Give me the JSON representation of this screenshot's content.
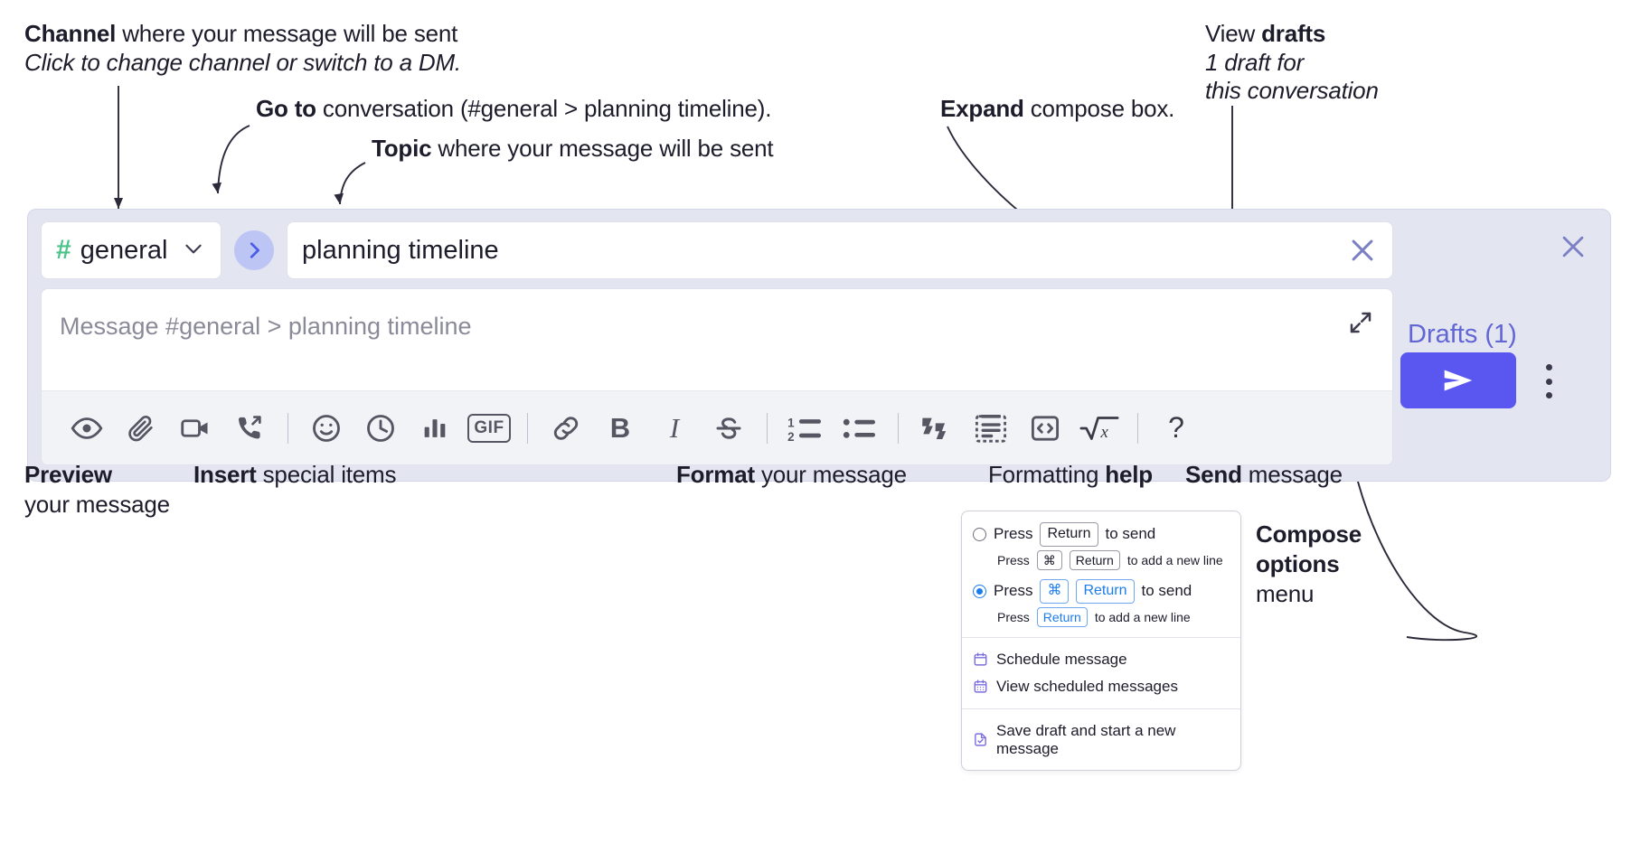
{
  "annotations": {
    "channel": {
      "bold": "Channel",
      "rest": " where your message will be sent",
      "italic": "Click to change channel or switch to a DM."
    },
    "goto": {
      "bold": "Go to",
      "rest": " conversation (#general > planning timeline)."
    },
    "topic": {
      "bold": "Topic",
      "rest": " where your message will be sent"
    },
    "expand": {
      "bold": "Expand",
      "rest": " compose box."
    },
    "drafts": {
      "normal": "View ",
      "bold": "drafts",
      "italic1": "1 draft for",
      "italic2": "this conversation"
    },
    "preview": {
      "bold": "Preview",
      "rest": "your message"
    },
    "insert": {
      "bold": "Insert",
      "rest": " special items"
    },
    "format": {
      "bold": "Format",
      "rest": " your message"
    },
    "formatting_help": {
      "normal": "Formatting ",
      "bold": "help"
    },
    "send": {
      "bold": "Send",
      "rest": " message"
    },
    "compose_options": {
      "bold1": "Compose",
      "bold2": "options",
      "normal": "menu"
    }
  },
  "compose": {
    "channel_button": {
      "hash": "#",
      "name": "general",
      "chevron": "chevron-down"
    },
    "go_button": "go-to-conversation",
    "topic_value": "planning timeline",
    "topic_clear": "close-icon",
    "message_placeholder": "Message #general > planning timeline",
    "expand_label": "expand-icon",
    "toolbar": [
      {
        "name": "preview-icon",
        "label": "Preview"
      },
      {
        "name": "attachment-icon",
        "label": "Attach file"
      },
      {
        "name": "video-icon",
        "label": "Record video clip"
      },
      {
        "name": "audio-call-icon",
        "label": "Record audio clip"
      },
      {
        "name": "separator",
        "label": ""
      },
      {
        "name": "emoji-icon",
        "label": "Emoji"
      },
      {
        "name": "clock-icon",
        "label": "Reminder"
      },
      {
        "name": "poll-icon",
        "label": "Poll"
      },
      {
        "name": "gif-icon",
        "label": "GIF"
      },
      {
        "name": "separator",
        "label": ""
      },
      {
        "name": "link-icon",
        "label": "Link"
      },
      {
        "name": "bold-icon",
        "label": "B"
      },
      {
        "name": "italic-icon",
        "label": "I"
      },
      {
        "name": "strikethrough-icon",
        "label": "Strikethrough"
      },
      {
        "name": "separator",
        "label": ""
      },
      {
        "name": "ordered-list-icon",
        "label": "Ordered list"
      },
      {
        "name": "bulleted-list-icon",
        "label": "Bulleted list"
      },
      {
        "name": "separator",
        "label": ""
      },
      {
        "name": "blockquote-icon",
        "label": "Blockquote"
      },
      {
        "name": "code-block-icon",
        "label": "Code block"
      },
      {
        "name": "code-icon",
        "label": "Code"
      },
      {
        "name": "math-icon",
        "label": "Math"
      },
      {
        "name": "separator",
        "label": ""
      },
      {
        "name": "help-icon",
        "label": "?"
      }
    ],
    "rail": {
      "close": "close-icon",
      "drafts_label": "Drafts (1)",
      "send_label": "send-icon",
      "kebab_label": "compose-options-menu"
    }
  },
  "menu": {
    "options": [
      {
        "selected": false,
        "main_prefix": "Press",
        "main_keys": [
          "Return"
        ],
        "main_suffix": "to send",
        "sub_prefix": "Press",
        "sub_keys": [
          "⌘",
          "Return"
        ],
        "sub_suffix": "to add a new line"
      },
      {
        "selected": true,
        "main_prefix": "Press",
        "main_keys": [
          "⌘",
          "Return"
        ],
        "main_suffix": "to send",
        "sub_prefix": "Press",
        "sub_keys": [
          "Return"
        ],
        "sub_suffix": "to add a new line"
      }
    ],
    "items": [
      {
        "icon": "calendar-icon",
        "label": "Schedule message"
      },
      {
        "icon": "calendar-grid-icon",
        "label": "View scheduled messages"
      },
      {
        "icon": "save-draft-icon",
        "label": "Save draft and start a new message"
      }
    ]
  },
  "colors": {
    "compose_bg": "#e3e5f1",
    "send_button": "#5a56f0",
    "accent_text": "#6166d4",
    "hash_green": "#4cc38a",
    "radio_blue": "#1b7ced",
    "menu_icon_purple": "#7b6fe0"
  }
}
